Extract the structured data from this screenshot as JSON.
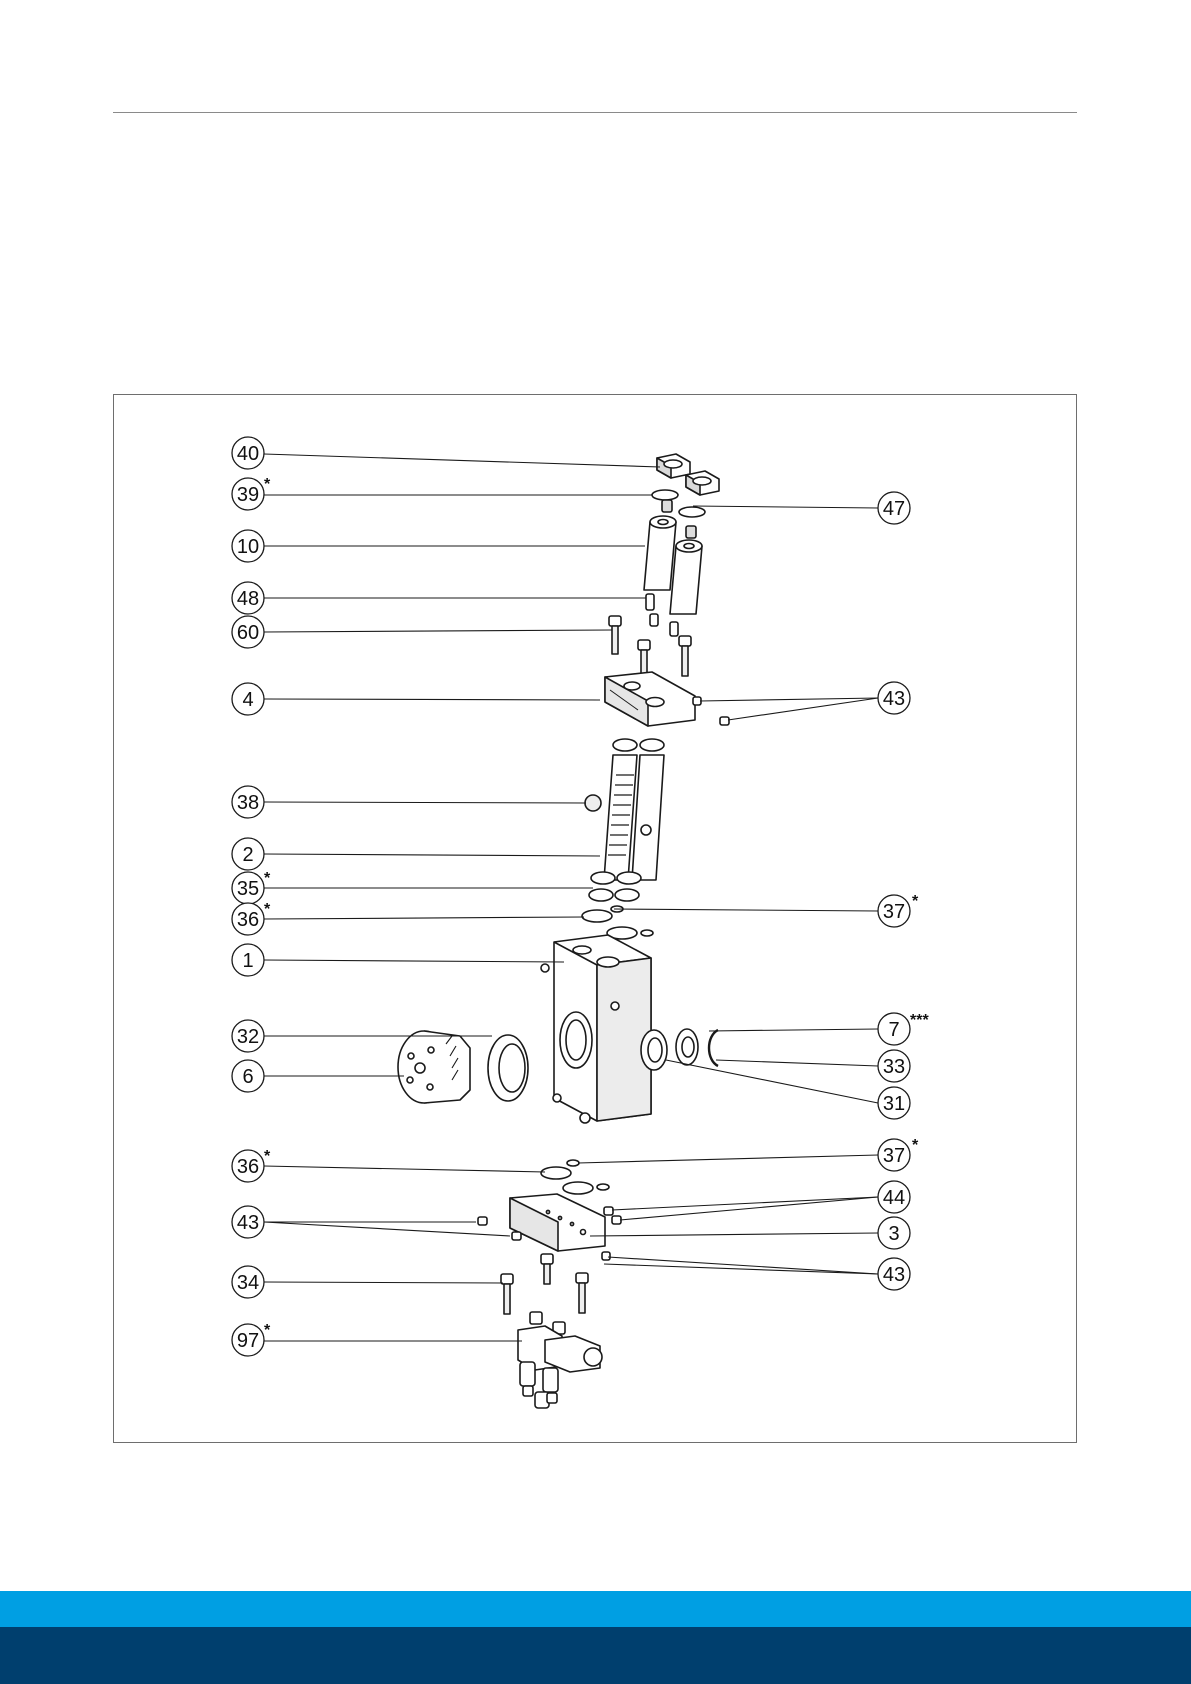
{
  "diagram": {
    "callouts": [
      {
        "label": "40",
        "suffix": ""
      },
      {
        "label": "39",
        "suffix": "*"
      },
      {
        "label": "10",
        "suffix": ""
      },
      {
        "label": "48",
        "suffix": ""
      },
      {
        "label": "60",
        "suffix": ""
      },
      {
        "label": "4",
        "suffix": ""
      },
      {
        "label": "38",
        "suffix": ""
      },
      {
        "label": "2",
        "suffix": ""
      },
      {
        "label": "35",
        "suffix": "*"
      },
      {
        "label": "36",
        "suffix": "*"
      },
      {
        "label": "1",
        "suffix": ""
      },
      {
        "label": "32",
        "suffix": ""
      },
      {
        "label": "6",
        "suffix": ""
      },
      {
        "label": "36",
        "suffix": "*"
      },
      {
        "label": "43",
        "suffix": ""
      },
      {
        "label": "34",
        "suffix": ""
      },
      {
        "label": "97",
        "suffix": "*"
      },
      {
        "label": "47",
        "suffix": ""
      },
      {
        "label": "43",
        "suffix": ""
      },
      {
        "label": "37",
        "suffix": "*"
      },
      {
        "label": "7",
        "suffix": "***"
      },
      {
        "label": "33",
        "suffix": ""
      },
      {
        "label": "31",
        "suffix": ""
      },
      {
        "label": "37",
        "suffix": "*"
      },
      {
        "label": "44",
        "suffix": ""
      },
      {
        "label": "3",
        "suffix": ""
      },
      {
        "label": "43",
        "suffix": ""
      }
    ]
  },
  "colors": {
    "footer_light": "#009fe3",
    "footer_dark": "#003f6e",
    "line": "#111111"
  }
}
